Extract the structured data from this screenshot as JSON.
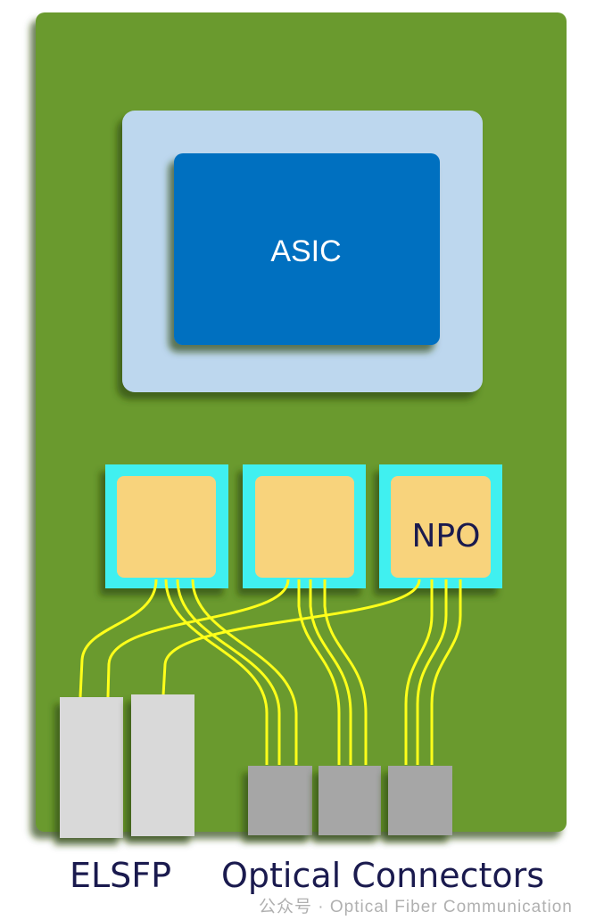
{
  "colors": {
    "board": "#6a9a2e",
    "asic_substrate": "#bdd7ee",
    "asic": "#0070c0",
    "npo_frame": "#3ff0f0",
    "npo_chip": "#f8d37c",
    "fiber": "#ffff1a",
    "elsfp": "#d9d9d9",
    "connector": "#a6a6a6",
    "label": "#1a1a4e"
  },
  "asic": {
    "label": "ASIC"
  },
  "npo": {
    "label": "NPO"
  },
  "labels": {
    "elsfp": "ELSFP",
    "optical_connectors": "Optical Connectors"
  },
  "watermark": "公众号 · Optical Fiber Communication"
}
